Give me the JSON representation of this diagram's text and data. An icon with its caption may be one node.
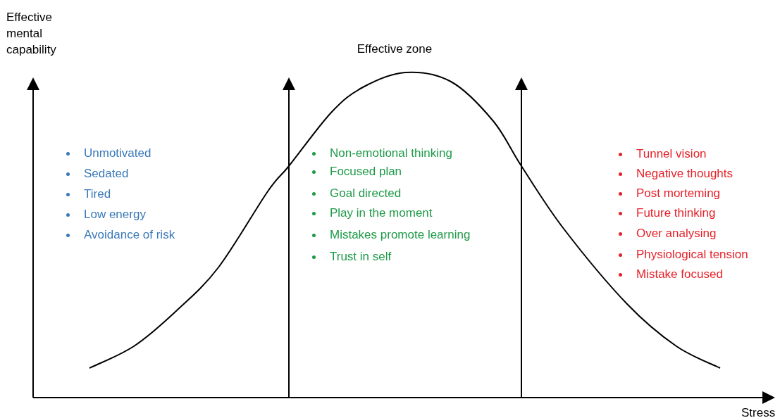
{
  "diagram": {
    "labels": [
      "Effective mental capability",
      "Effective zone",
      "Unmotivated",
      "Sedated",
      "Tired",
      "Low energy",
      "Avoidance of risk",
      "Non-emotional thinking",
      "Focused plan",
      "Goal directed",
      "Play in the moment",
      "Mistakes promote learning",
      "Trust in self",
      "Tunnel vision",
      "Negative thoughts",
      "Post morteming",
      "Future thinking",
      "Over analysing",
      "Physiological tension",
      "Mistake focused",
      "Stress"
    ]
  }
}
